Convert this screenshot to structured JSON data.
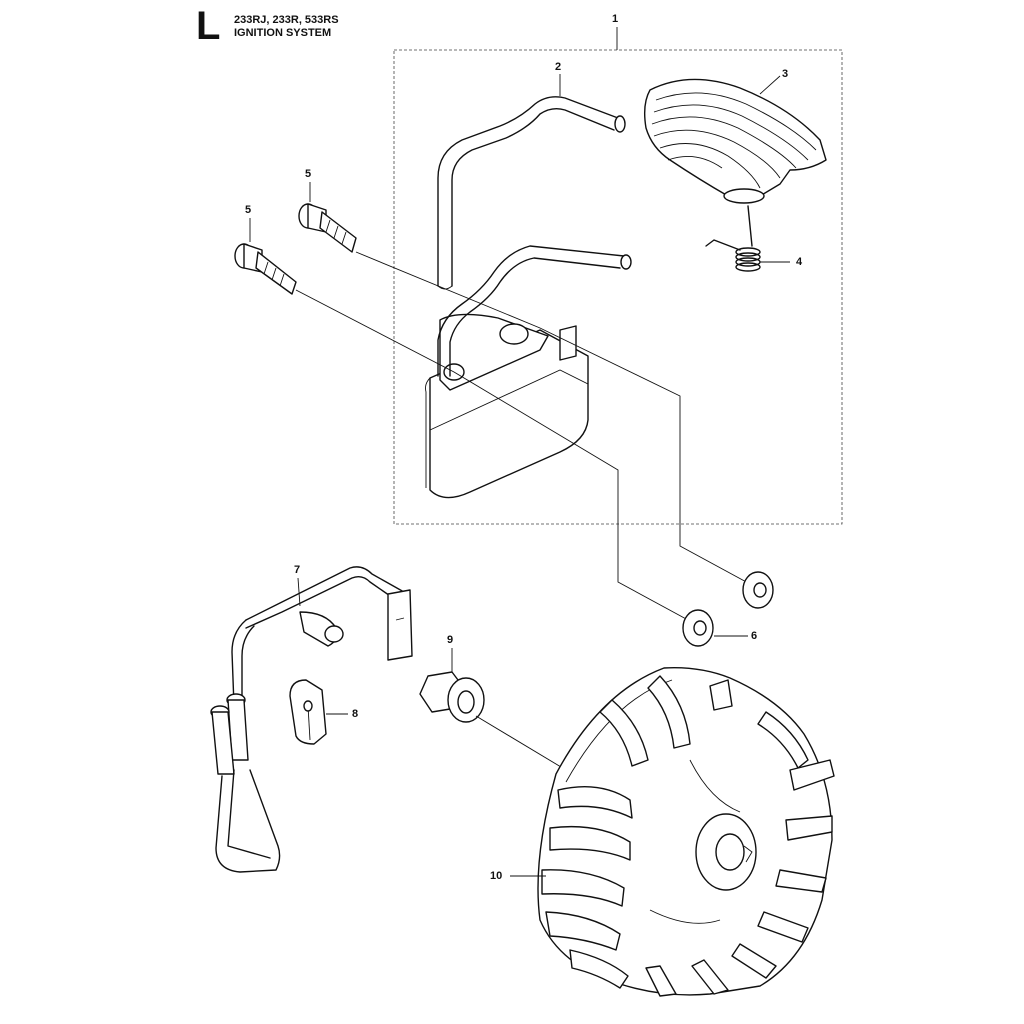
{
  "header": {
    "section_letter": "L",
    "models": "233RJ, 233R, 533RS",
    "title": "IGNITION SYSTEM"
  },
  "callouts": {
    "c1": "1",
    "c2": "2",
    "c3": "3",
    "c4": "4",
    "c5a": "5",
    "c5b": "5",
    "c6": "6",
    "c7": "7",
    "c8": "8",
    "c9": "9",
    "c10": "10"
  }
}
